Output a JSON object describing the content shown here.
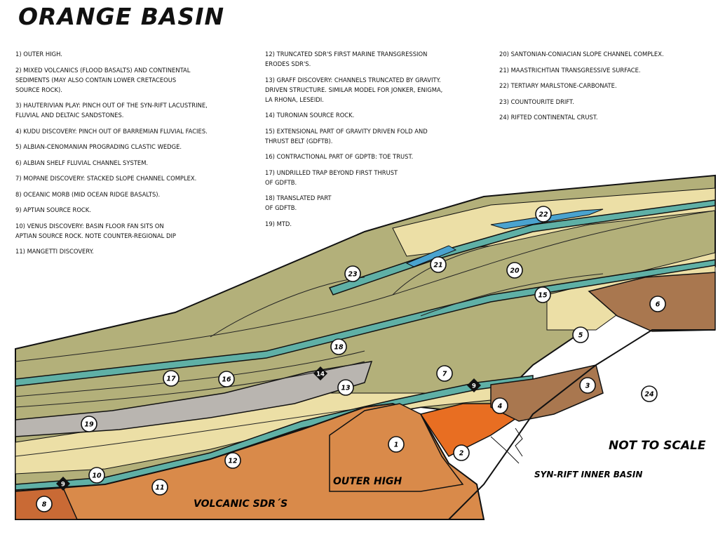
{
  "title": "ORANGE BASIN",
  "legend": {
    "col1": [
      "1) OUTER HIGH.",
      "2) MIXED VOLCANICS (FLOOD BASALTS) AND CONTINENTAL\nSEDIMENTS (MAY ALSO CONTAIN LOWER CRETACEOUS\nSOURCE ROCK).",
      "3)  HAUTERIVIAN PLAY: PINCH OUT OF THE SYN-RIFT LACUSTRINE,\nFLUVIAL AND DELTAIC SANDSTONES.",
      "4) KUDU DISCOVERY: PINCH OUT OF BARREMIAN FLUVIAL FACIES.",
      "5) ALBIAN-CENOMANIAN PROGRADING CLASTIC WEDGE.",
      "6) ALBIAN SHELF FLUVIAL CHANNEL SYSTEM.",
      "7) MOPANE DISCOVERY: STACKED SLOPE CHANNEL COMPLEX.",
      "8)  OCEANIC MORB (MID OCEAN RIDGE BASALTS).",
      "9)  APTIAN SOURCE ROCK.",
      "10) VENUS DISCOVERY: BASIN FLOOR FAN SITS ON\nAPTIAN SOURCE ROCK. NOTE COUNTER-REGIONAL DIP",
      "11)  MANGETTI DISCOVERY."
    ],
    "col2": [
      "12) TRUNCATED SDR'S FIRST MARINE TRANSGRESSION\nERODES SDR'S.",
      "13) GRAFF DISCOVERY: CHANNELS TRUNCATED BY GRAVITY.\nDRIVEN STRUCTURE. SIMILAR MODEL FOR JONKER, ENIGMA,\nLA RHONA, LESEIDI.",
      "14) TURONIAN SOURCE ROCK.",
      "15)  EXTENSIONAL PART OF GRAVITY DRIVEN FOLD AND\nTHRUST BELT (GDFTB).",
      "16) CONTRACTIONAL PART OF GDPTB: TOE TRUST.",
      "17) UNDRILLED TRAP BEYOND FIRST THRUST\nOF GDFTB.",
      "18) TRANSLATED PART\nOF GDFTB.",
      "19) MTD."
    ],
    "col3": [
      "20) SANTONIAN-CONIACIAN SLOPE CHANNEL COMPLEX.",
      "21) MAASTRICHTIAN TRANSGRESSIVE SURFACE.",
      "22) TERTIARY MARLSTONE-CARBONATE.",
      "23) COUNTOURITE DRIFT.",
      "24) RIFTED CONTINENTAL CRUST."
    ]
  },
  "labels": {
    "not_to_scale": "NOT TO SCALE",
    "syn_rift": "SYN-RIFT INNER BASIN",
    "outer_high": "OUTER HIGH",
    "volcanic_sdrs": "VOLCANIC SDR´S"
  },
  "markers": [
    {
      "num": "1"
    },
    {
      "num": "2"
    },
    {
      "num": "3"
    },
    {
      "num": "4"
    },
    {
      "num": "5"
    },
    {
      "num": "6"
    },
    {
      "num": "7"
    },
    {
      "num": "8"
    },
    {
      "num": "10"
    },
    {
      "num": "11"
    },
    {
      "num": "12"
    },
    {
      "num": "13"
    },
    {
      "num": "15"
    },
    {
      "num": "16"
    },
    {
      "num": "17"
    },
    {
      "num": "18"
    },
    {
      "num": "19"
    },
    {
      "num": "20"
    },
    {
      "num": "21"
    },
    {
      "num": "22"
    },
    {
      "num": "23"
    },
    {
      "num": "24"
    }
  ],
  "diamonds": [
    {
      "num": "9"
    },
    {
      "num": "9"
    },
    {
      "num": "14"
    }
  ],
  "colors": {
    "olive": "#b3b07a",
    "cream": "#ecdfa6",
    "teal": "#5fb0a6",
    "orange": "#d98a4a",
    "brown": "#a9774f",
    "gray": "#b9b5b0",
    "blue": "#4aa3cf"
  }
}
